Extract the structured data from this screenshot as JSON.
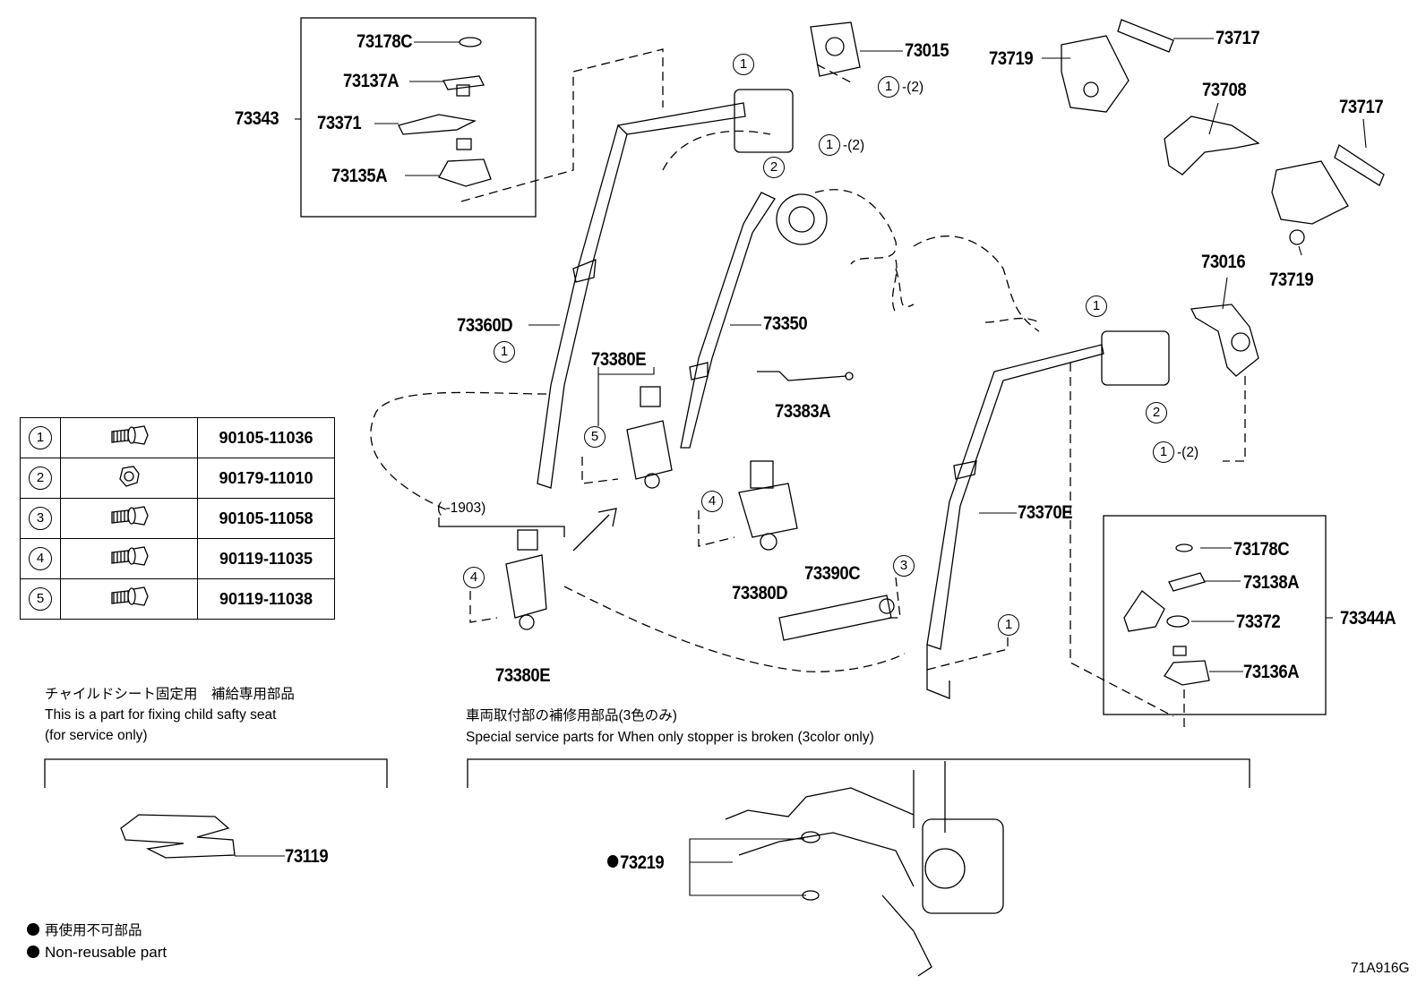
{
  "diagram_code": "71A916G",
  "group_left": {
    "number": "73343",
    "items": [
      "73178C",
      "73137A",
      "73371",
      "73135A"
    ]
  },
  "group_right": {
    "number": "73344A",
    "items": [
      "73178C",
      "73138A",
      "73372",
      "73136A"
    ]
  },
  "parts": {
    "p73015": "73015",
    "p73719a": "73719",
    "p73717a": "73717",
    "p73708": "73708",
    "p73717b": "73717",
    "p73719b": "73719",
    "p73016": "73016",
    "p73360D": "73360D",
    "p73350": "73350",
    "p73380E_top": "73380E",
    "p73383A": "73383A",
    "p73380D": "73380D",
    "p73390C": "73390C",
    "p73370E": "73370E",
    "p73380E_bottom": "73380E",
    "p73119": "73119",
    "p73219": "73219"
  },
  "callouts": {
    "c1": "1",
    "c2": "2",
    "c3": "3",
    "c4": "4",
    "c5": "5",
    "c1_2": "1",
    "paren2": "-(2)"
  },
  "serial_range": "(        -1903)",
  "bolt_table": [
    {
      "ref": "1",
      "part_no": "90105-11036",
      "icon": "flange-bolt-icon"
    },
    {
      "ref": "2",
      "part_no": "90179-11010",
      "icon": "flange-nut-icon"
    },
    {
      "ref": "3",
      "part_no": "90105-11058",
      "icon": "flange-bolt-icon"
    },
    {
      "ref": "4",
      "part_no": "90119-11035",
      "icon": "flange-bolt-icon"
    },
    {
      "ref": "5",
      "part_no": "90119-11038",
      "icon": "flange-bolt-icon"
    }
  ],
  "child_seat_note": {
    "jp": "チャイルドシート固定用　補給専用部品",
    "en1": "This is a part for fixing child safty seat",
    "en2": "(for service only)"
  },
  "stopper_note": {
    "jp": "車両取付部の補修用部品(3色のみ)",
    "en": "Special service parts for When only stopper is broken (3color only)"
  },
  "legend": {
    "jp": "再使用不可部品",
    "en": "Non-reusable part"
  }
}
